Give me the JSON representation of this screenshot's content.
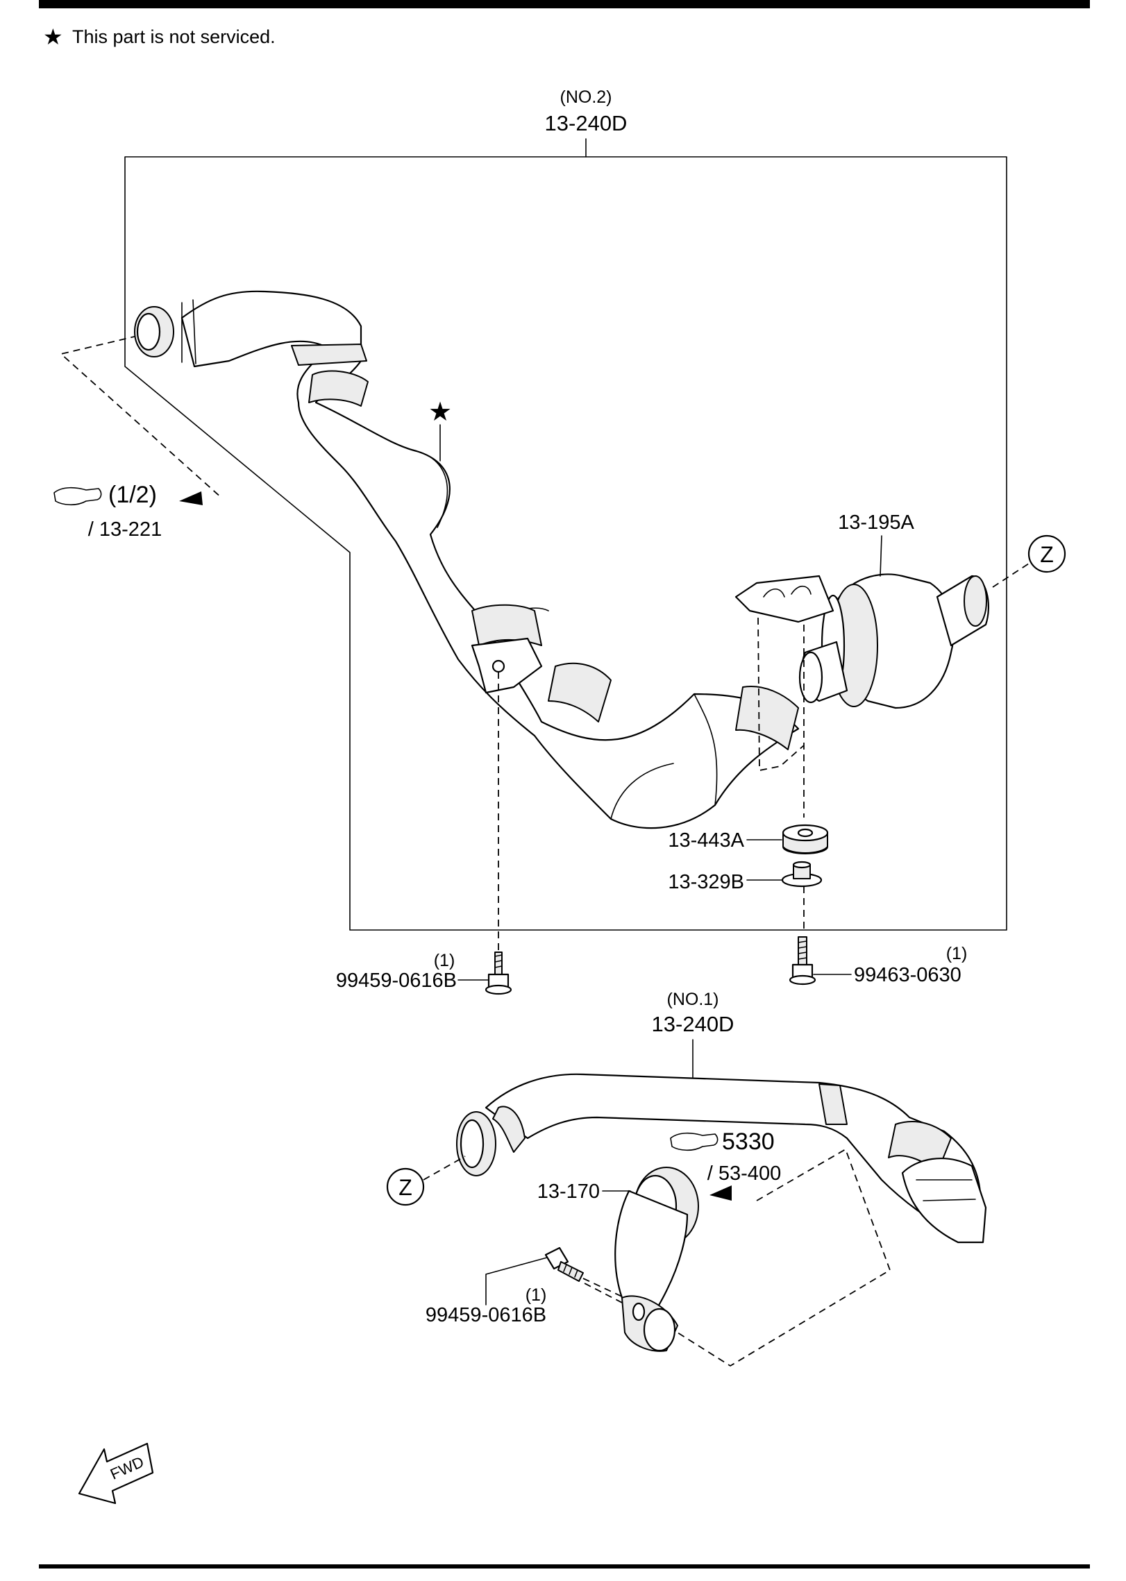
{
  "note": {
    "symbol": "★",
    "text": "This part is not serviced."
  },
  "upper_assembly": {
    "sub_label": "(NO.2)",
    "part_number": "13-240D",
    "star_marker": "★"
  },
  "lower_assembly": {
    "sub_label": "(NO.1)",
    "part_number": "13-240D"
  },
  "references": [
    {
      "page": "(1/2)",
      "section": "/ 13-221"
    },
    {
      "page": "5330",
      "section": "/ 53-400"
    }
  ],
  "callouts": [
    {
      "part_number": "13-195A"
    },
    {
      "part_number": "13-443A"
    },
    {
      "part_number": "13-329B"
    },
    {
      "part_number": "13-170"
    }
  ],
  "fasteners": [
    {
      "qty": "(1)",
      "part_number": "99459-0616B"
    },
    {
      "qty": "(1)",
      "part_number": "99463-0630"
    },
    {
      "qty": "(1)",
      "part_number": "99459-0616B"
    }
  ],
  "connection_markers": [
    "Z",
    "Z"
  ],
  "direction_marker": "FWD"
}
